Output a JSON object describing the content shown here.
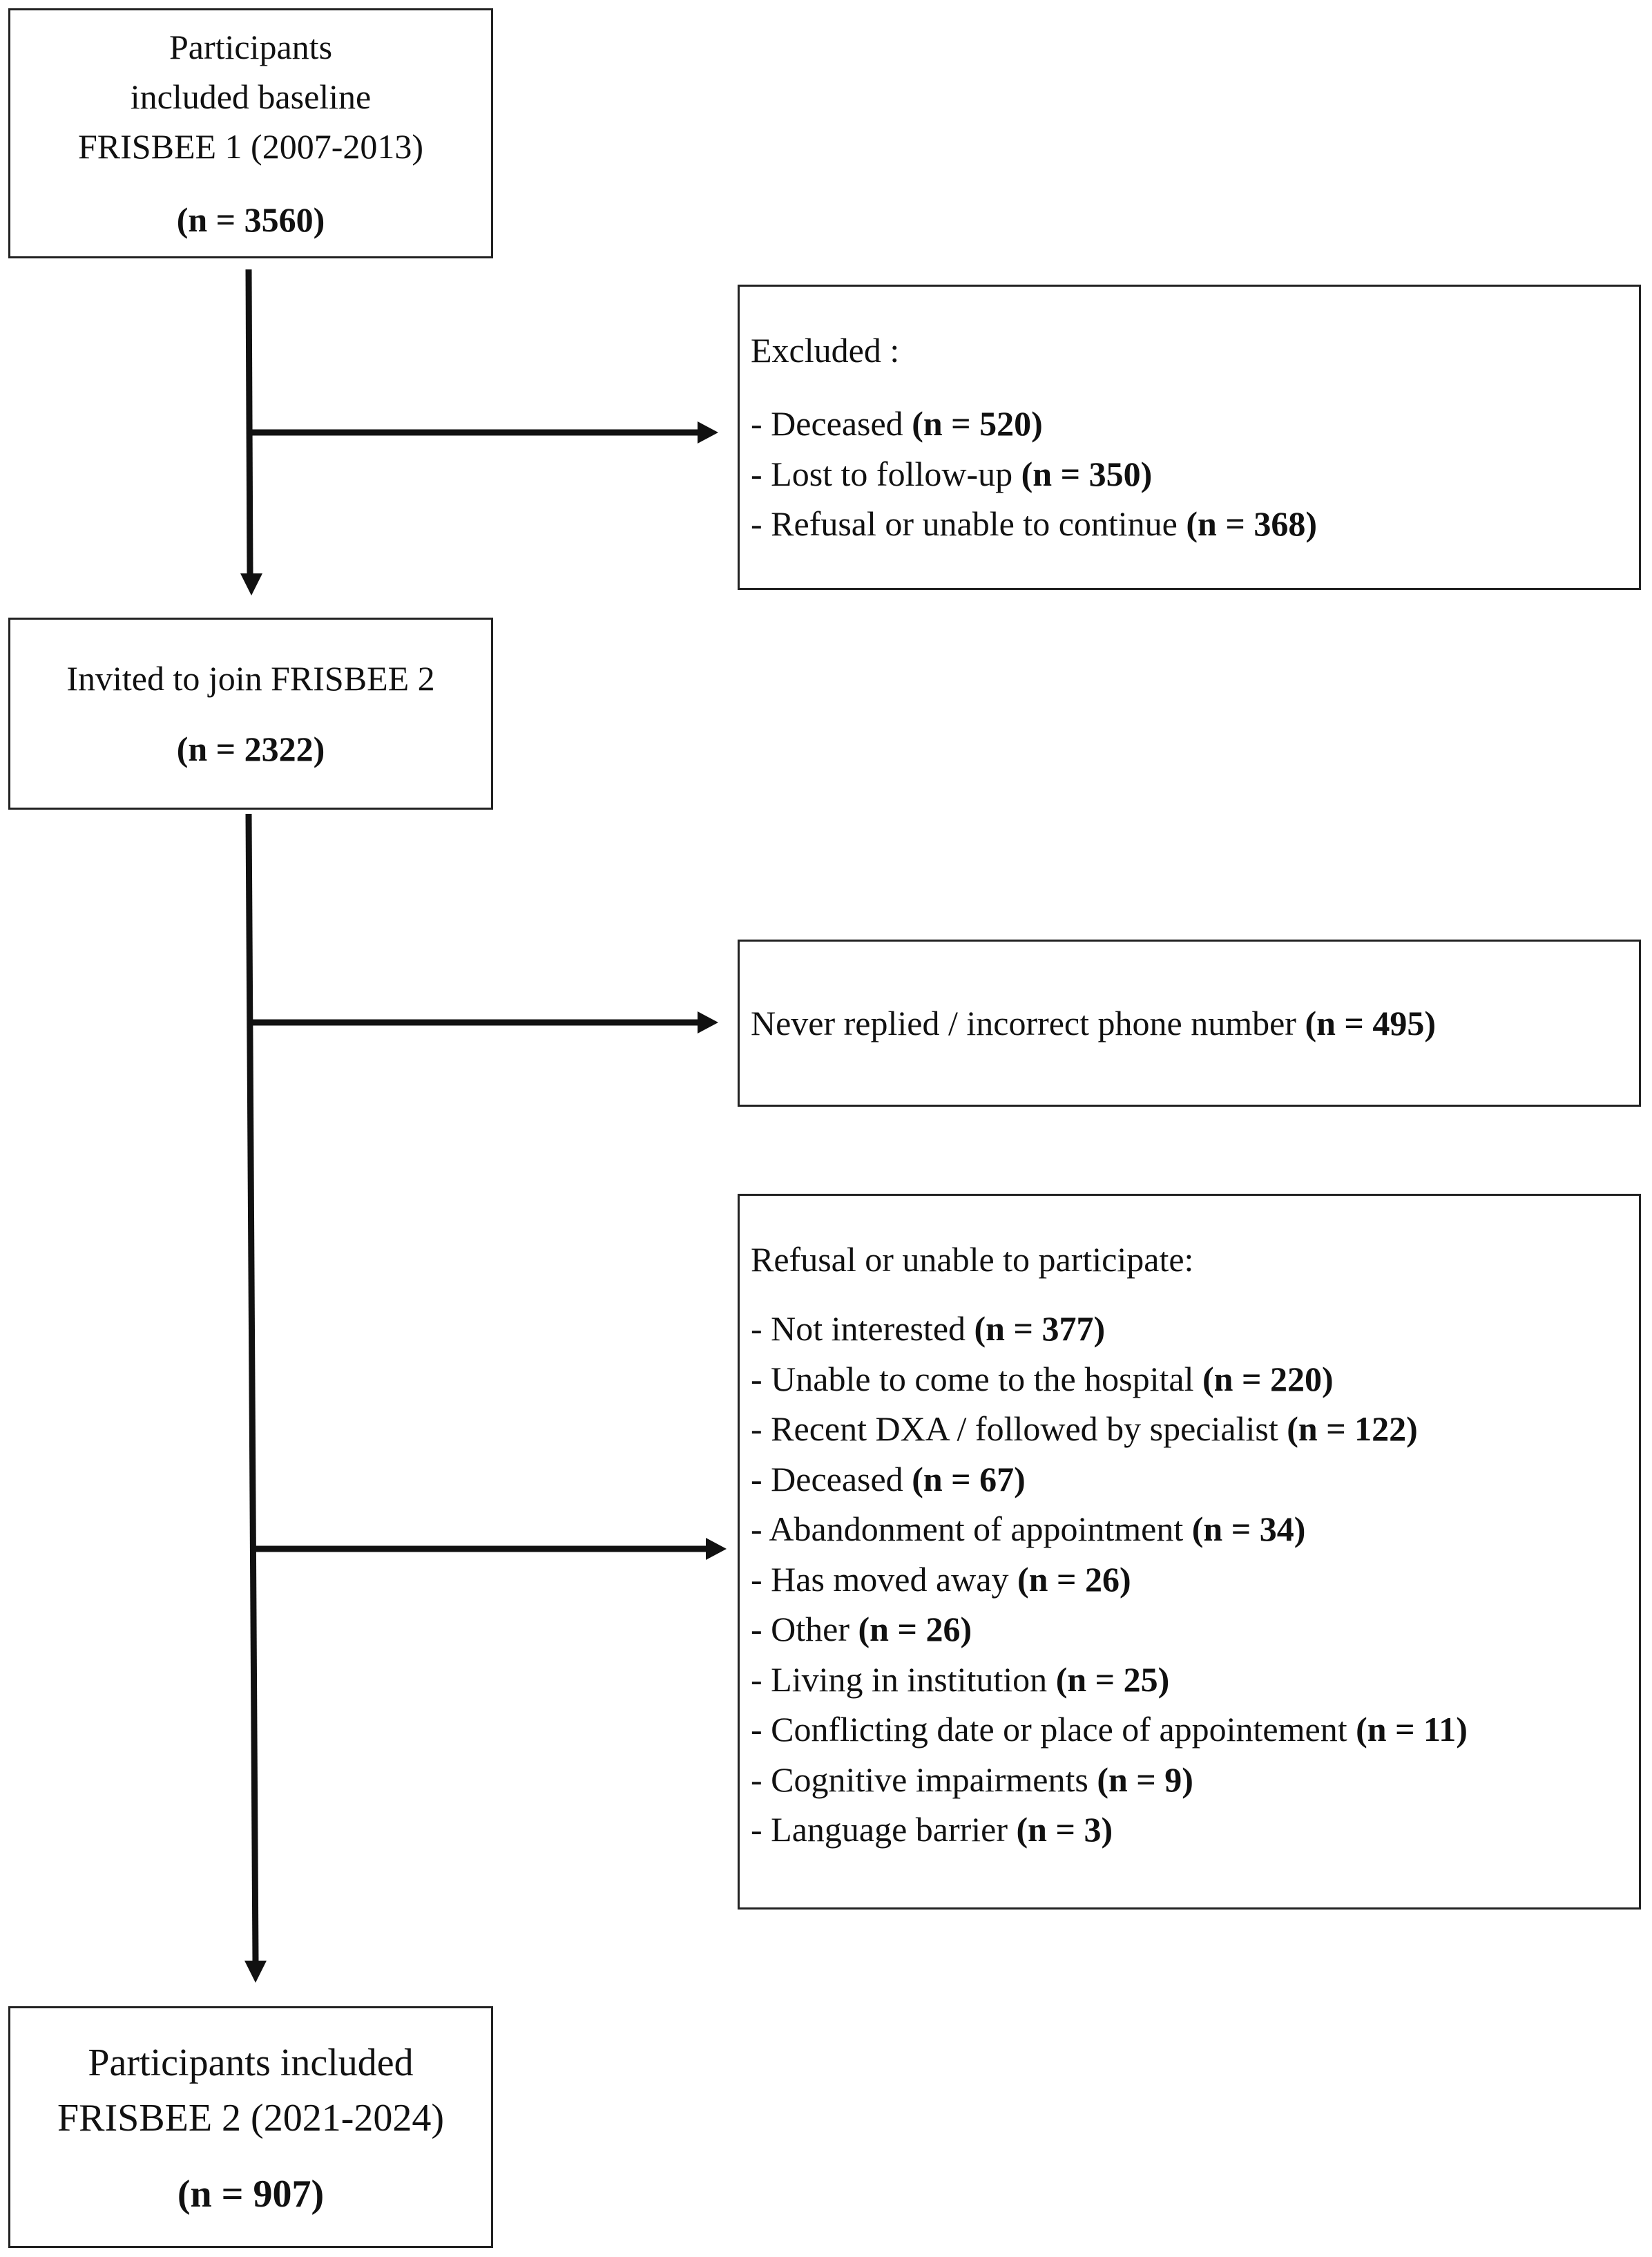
{
  "boxes": {
    "baseline": {
      "lines": [
        "Participants",
        "included baseline",
        "FRISBEE 1 (2007-2013)"
      ],
      "count": "(n = 3560)"
    },
    "invited": {
      "lines": [
        "Invited to join FRISBEE 2"
      ],
      "count": "(n = 2322)"
    },
    "final": {
      "lines": [
        "Participants included",
        "FRISBEE 2 (2021-2024)"
      ],
      "count": "(n = 907)"
    }
  },
  "excluded": {
    "heading": "Excluded :",
    "items": [
      {
        "label": "- Deceased ",
        "count": "(n = 520)"
      },
      {
        "label": "- Lost to follow-up ",
        "count": "(n = 350)"
      },
      {
        "label": "- Refusal or unable to continue ",
        "count": "(n = 368)"
      }
    ]
  },
  "never_replied": {
    "label": "Never replied / incorrect phone number ",
    "count": "(n = 495)"
  },
  "refusal": {
    "heading": "Refusal or unable to participate:",
    "items": [
      {
        "label": "- Not interested ",
        "count": "(n = 377)"
      },
      {
        "label": "- Unable to come to the hospital ",
        "count": "(n = 220)"
      },
      {
        "label": "- Recent DXA / followed by specialist ",
        "count": "(n = 122)"
      },
      {
        "label": "- Deceased ",
        "count": "(n = 67)"
      },
      {
        "label": "- Abandonment of appointment ",
        "count": "(n = 34)"
      },
      {
        "label": "- Has moved away ",
        "count": "(n = 26)"
      },
      {
        "label": "- Other ",
        "count": "(n = 26)"
      },
      {
        "label": "- Living in institution ",
        "count": "(n = 25)"
      },
      {
        "label": "- Conflicting date or place of appointement ",
        "count": "(n = 11)"
      },
      {
        "label": "- Cognitive impairments ",
        "count": "(n = 9)"
      },
      {
        "label": "- Language barrier ",
        "count": "(n = 3)"
      }
    ]
  }
}
